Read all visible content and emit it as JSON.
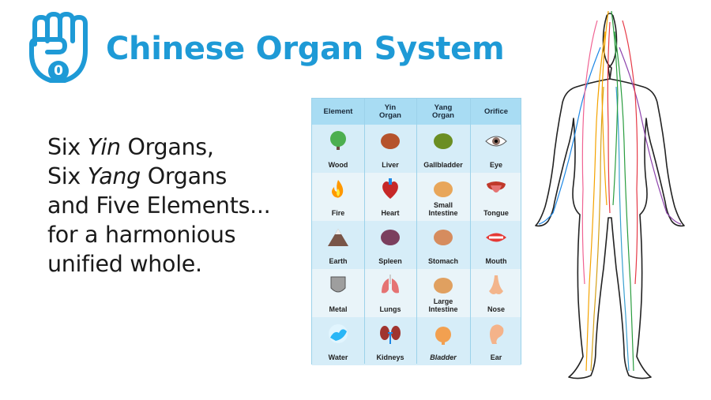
{
  "header": {
    "title": "Chinese Organ System",
    "logo_number": "0",
    "accent_color": "#1e9ad6"
  },
  "tagline": {
    "line1_a": "Six ",
    "line1_em": "Yin",
    "line1_b": " Organs,",
    "line2_a": "Six ",
    "line2_em": "Yang",
    "line2_b": " Organs",
    "line3": "and Five Elements...",
    "line4": "for a harmonious",
    "line5": "unified whole."
  },
  "table": {
    "headers": [
      "Element",
      "Yin\nOrgan",
      "Yang\nOrgan",
      "Orifice"
    ],
    "rows": [
      {
        "element": "Wood",
        "yin": "Liver",
        "yang": "Gallbladder",
        "orifice": "Eye",
        "icons": [
          "tree-icon",
          "liver-icon",
          "gallbladder-icon",
          "eye-icon"
        ]
      },
      {
        "element": "Fire",
        "yin": "Heart",
        "yang": "Small\nIntestine",
        "orifice": "Tongue",
        "icons": [
          "fire-icon",
          "heart-icon",
          "small-intestine-icon",
          "tongue-icon"
        ]
      },
      {
        "element": "Earth",
        "yin": "Spleen",
        "yang": "Stomach",
        "orifice": "Mouth",
        "icons": [
          "mountain-icon",
          "spleen-icon",
          "stomach-icon",
          "mouth-icon"
        ]
      },
      {
        "element": "Metal",
        "yin": "Lungs",
        "yang": "Large\nIntestine",
        "orifice": "Nose",
        "icons": [
          "metal-icon",
          "lungs-icon",
          "large-intestine-icon",
          "nose-icon"
        ]
      },
      {
        "element": "Water",
        "yin": "Kidneys",
        "yang": "Bladder",
        "orifice": "Ear",
        "icons": [
          "water-icon",
          "kidneys-icon",
          "bladder-icon",
          "ear-icon"
        ]
      }
    ]
  },
  "figure": {
    "name": "meridian-body-figure",
    "meridian_colors": [
      "#e63946",
      "#f4a300",
      "#2a9d3f",
      "#1e88e5",
      "#8e44ad",
      "#d4a017",
      "#3aa0d0",
      "#f06292"
    ]
  }
}
